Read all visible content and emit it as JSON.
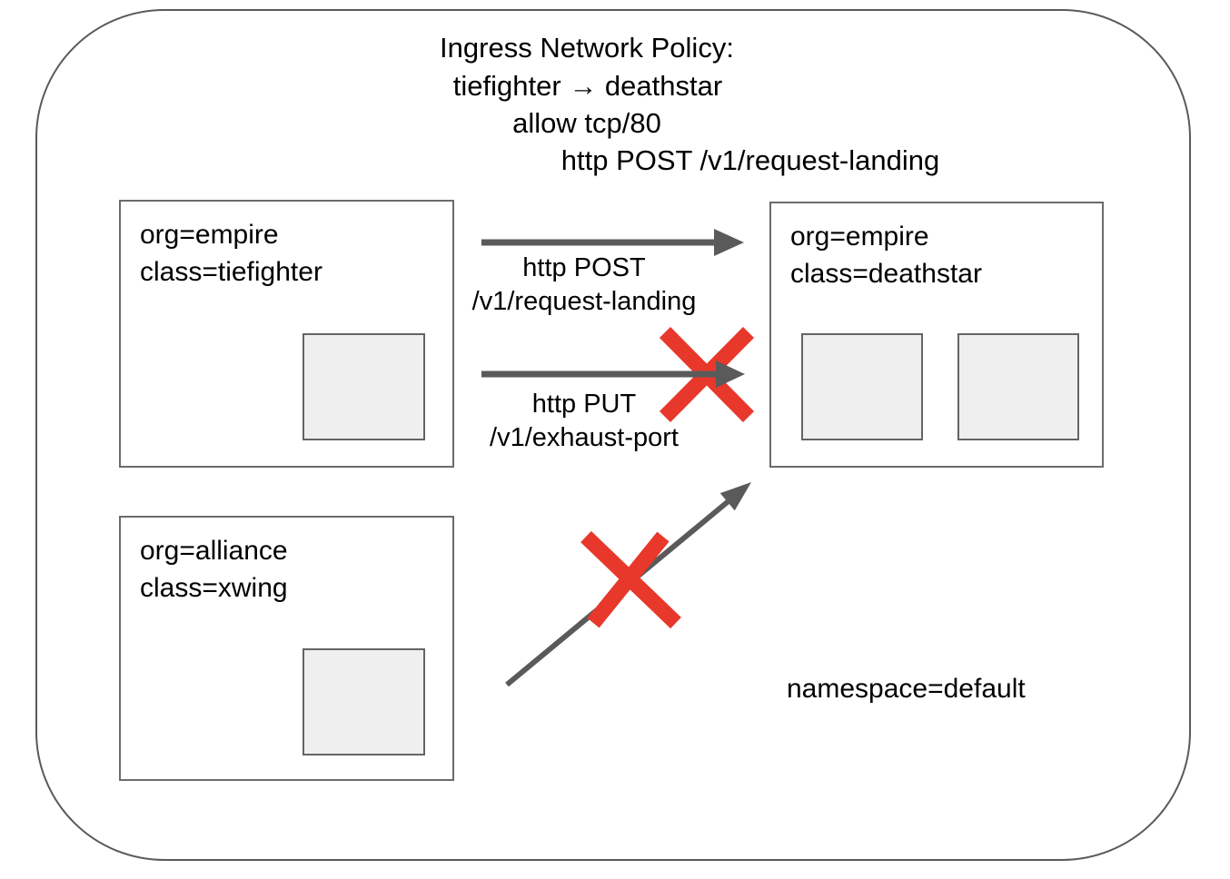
{
  "title": {
    "lines": [
      "Ingress Network Policy:",
      "tiefighter → deathstar",
      "allow tcp/80",
      "http POST /v1/request-landing"
    ]
  },
  "nodes": {
    "tiefighter": {
      "org": "org=empire",
      "class": "class=tiefighter"
    },
    "deathstar": {
      "org": "org=empire",
      "class": "class=deathstar"
    },
    "xwing": {
      "org": "org=alliance",
      "class": "class=xwing"
    }
  },
  "edges": {
    "post": {
      "label_line1": "http POST",
      "label_line2": "/v1/request-landing",
      "status": "allowed"
    },
    "put": {
      "label_line1": "http PUT",
      "label_line2": "/v1/exhaust-port",
      "status": "denied"
    },
    "xwing_to_deathstar": {
      "status": "denied"
    }
  },
  "namespace": {
    "label": "namespace=default"
  },
  "colors": {
    "arrow": "#5a5a5a",
    "denied_x": "#e8382b",
    "box_border": "#6b6b6b",
    "pod_fill": "#efefef",
    "cluster_border": "#5a5a5a"
  }
}
